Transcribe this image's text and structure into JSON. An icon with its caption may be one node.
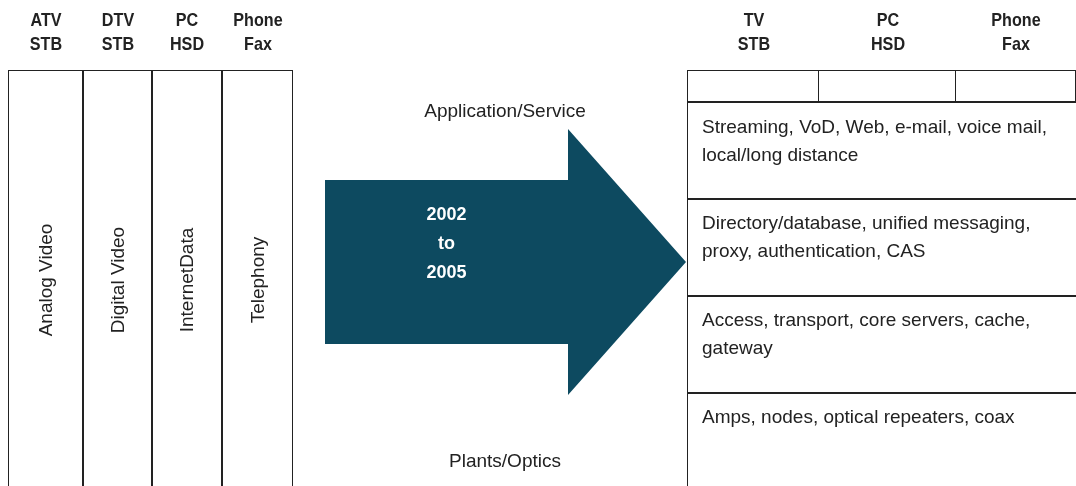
{
  "diagram": {
    "nodes": [
      {
        "text": [
          "ATV STB",
          "Analog Video"
        ]
      },
      {
        "text": [
          "DTV STB",
          "Digital Video"
        ]
      },
      {
        "text": [
          "PC HSD",
          "InternetData"
        ]
      },
      {
        "text": [
          "Phone Fax",
          "Telephony"
        ]
      },
      {
        "text": [
          "TV STB"
        ]
      },
      {
        "text": [
          "PC HSD"
        ]
      },
      {
        "text": [
          "Phone Fax"
        ]
      },
      {
        "text": [
          "Streaming, VoD, Web, e-mail,  voice mail, local/long distance"
        ]
      },
      {
        "text": [
          "Directory/database, unified messaging, proxy, authentication, CAS"
        ]
      },
      {
        "text": [
          "Access, transport, core servers, cache, gateway"
        ]
      },
      {
        "text": [
          "Amps, nodes, optical repeaters, coax"
        ]
      }
    ],
    "edges": [
      {
        "from": 3,
        "to": 8,
        "arrow": "to",
        "label": "2002 to 2005"
      }
    ],
    "labels": [
      "Application/Service",
      "Plants/Optics"
    ]
  }
}
